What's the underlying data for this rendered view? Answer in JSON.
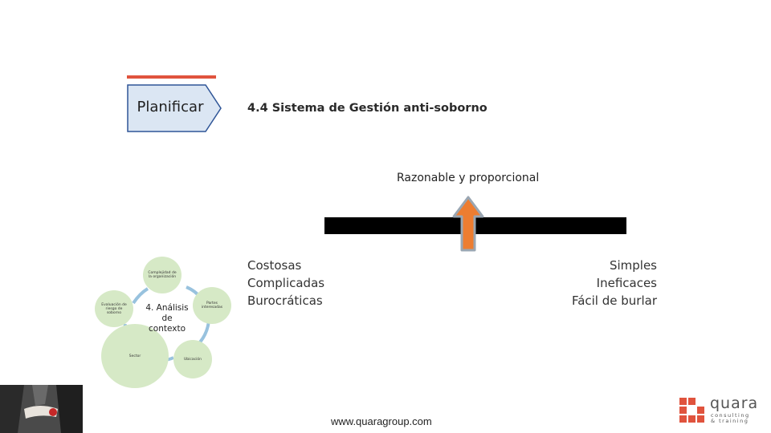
{
  "slide": {
    "plan_label": "Planificar",
    "title": "4.4 Sistema de Gestión anti-soborno",
    "balance_label": "Razonable y proporcional",
    "left_items": [
      "Costosas",
      "Complicadas",
      "Burocráticas"
    ],
    "right_items": [
      "Simples",
      "Ineficaces",
      "Fácil de burlar"
    ],
    "url": "www.quaragroup.com"
  },
  "cycle": {
    "center_label": "4. Análisis de contexto",
    "nodes": [
      {
        "label": "Complejidad de la organización"
      },
      {
        "label": "Partes interesadas"
      },
      {
        "label": "Ubicación"
      },
      {
        "label": "Sector"
      },
      {
        "label": "Evaluación de riesgo de soborno"
      }
    ]
  },
  "logo": {
    "name": "quara",
    "tagline_1": "consulting",
    "tagline_2": "& training",
    "color": "#e0533d"
  },
  "colors": {
    "accent": "#e0533d",
    "arrow_fill": "#ed7d31",
    "arrow_stroke": "#9aa6b2",
    "tab_fill": "#dbe6f3",
    "node_fill": "#d6e9c6"
  }
}
